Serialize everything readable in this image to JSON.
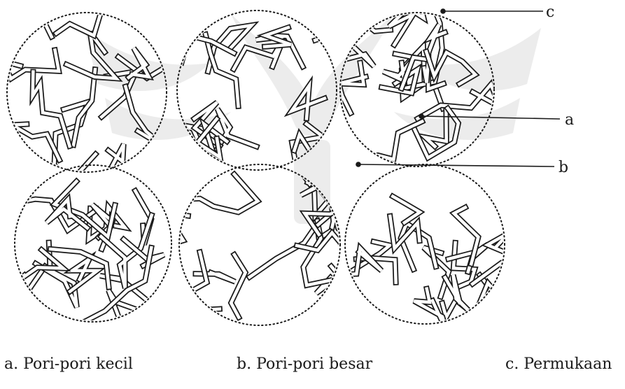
{
  "callouts": {
    "c": "c",
    "a": "a",
    "b": "b"
  },
  "captions": {
    "a": "a. Pori-pori kecil",
    "b": "b. Pori-pori besar",
    "c": "c. Permukaan"
  },
  "colors": {
    "ink": "#1a1a1a",
    "watermark": "#ececec",
    "background": "#ffffff"
  }
}
